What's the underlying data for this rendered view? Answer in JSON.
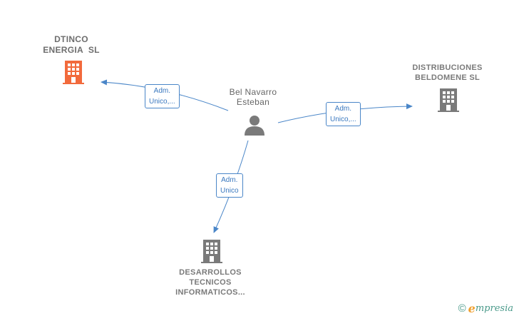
{
  "nodes": {
    "company_1": {
      "lines": [
        "DTINCO",
        "ENERGIA  SL"
      ],
      "color": "#f26a3c"
    },
    "company_2": {
      "lines": [
        "DISTRIBUCIONES",
        "BELDOMENE SL"
      ],
      "color": "#7a7a7a"
    },
    "company_3": {
      "lines": [
        "DESARROLLOS",
        "TECNICOS",
        "INFORMATICOS..."
      ],
      "color": "#7a7a7a"
    },
    "person": {
      "lines": [
        "Bel Navarro",
        "Esteban"
      ],
      "color": "#7a7a7a"
    }
  },
  "edges": {
    "edge_1": {
      "lines": [
        "Adm.",
        "Unico,..."
      ]
    },
    "edge_2": {
      "lines": [
        "Adm.",
        "Unico,..."
      ]
    },
    "edge_3": {
      "lines": [
        "Adm.",
        "Unico"
      ]
    }
  },
  "colors": {
    "edge": "#4a86c8"
  },
  "brand": {
    "symbol": "©",
    "initial": "e",
    "rest": "mpresia"
  }
}
